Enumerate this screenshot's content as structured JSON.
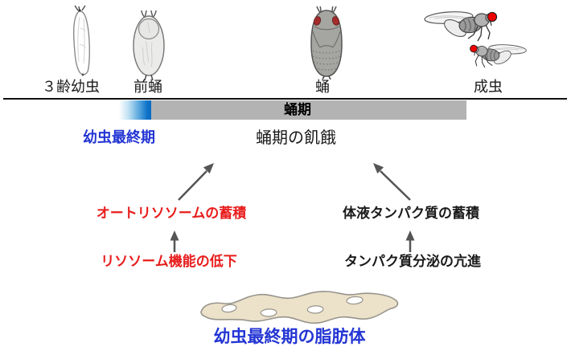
{
  "stages": {
    "larva": "３齢幼虫",
    "prepupa": "前蛹",
    "pupa": "蛹",
    "adult": "成虫"
  },
  "timeline": {
    "bar_label": "蛹期",
    "larval_final_label": "幼虫最終期",
    "starvation_label": "蛹期の飢餓"
  },
  "pathway": {
    "autolysosome_accumulation": "オートリソソームの蓄積",
    "lysosome_function_decline": "リソソーム機能の低下",
    "hemolymph_protein_accumulation": "体液タンパク質の蓄積",
    "protein_secretion_enhancement": "タンパク質分泌の亢進"
  },
  "fat_body": {
    "caption": "幼虫最終期の脂肪体"
  },
  "colors": {
    "blue_text": "#2335d4",
    "red_text": "#e81c1c",
    "black_text": "#1a1a1a",
    "bar_gray": "#b3b3b3",
    "gradient_blue": "#0d72c8",
    "arrow_gray": "#555555",
    "fat_body_fill": "#ece1c9",
    "fat_body_stroke": "#97948c",
    "fly_eye_red": "#ee0000"
  }
}
